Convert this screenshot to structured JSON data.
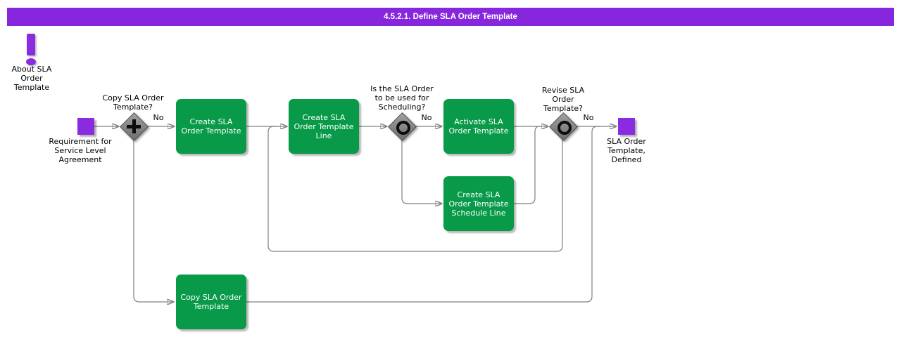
{
  "header": {
    "title": "4.5.2.1. Define SLA Order Template"
  },
  "colors": {
    "accent_purple": "#8a2be2",
    "titlebar_purple": "#8727dd",
    "task_green": "#089a49",
    "line_gray": "#808080"
  },
  "about": {
    "label": "About SLA\nOrder\nTemplate"
  },
  "events": {
    "start": {
      "label": "Requirement for\nService Level\nAgreement"
    },
    "end": {
      "label": "SLA Order\nTemplate,\nDefined"
    }
  },
  "gateways": {
    "copy": {
      "question": "Copy SLA Order\nTemplate?",
      "branch": "No"
    },
    "scheduling": {
      "question": "Is the SLA Order\nto be used for\nScheduling?",
      "branch": "No"
    },
    "revise": {
      "question": "Revise SLA\nOrder\nTemplate?",
      "branch": "No"
    }
  },
  "tasks": {
    "create_template": {
      "label": "Create SLA\nOrder Template"
    },
    "create_template_line": {
      "label": "Create SLA\nOrder Template\nLine"
    },
    "activate_template": {
      "label": "Activate SLA\nOrder Template"
    },
    "create_schedule_line": {
      "label": "Create SLA\nOrder Template\nSchedule Line"
    },
    "copy_template": {
      "label": "Copy SLA Order\nTemplate"
    }
  }
}
